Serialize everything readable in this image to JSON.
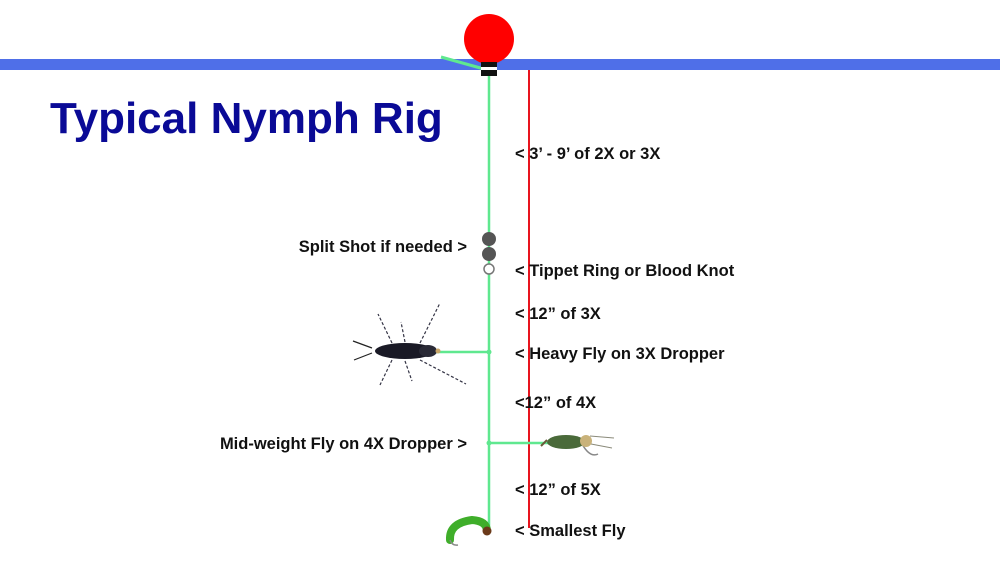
{
  "title": "Typical Nymph Rig",
  "colors": {
    "water_surface": "#4f6fe8",
    "indicator": "#ff0000",
    "leader": "#5fe88f",
    "measure_line": "#e8141e",
    "split_shot": "#555555",
    "title": "#0a0a96"
  },
  "labels": {
    "leader_length": "< 3’ - 9’ of 2X or 3X",
    "split_shot": "Split Shot if needed >",
    "tippet_ring": "< Tippet Ring or Blood Knot",
    "section_3x": "< 12” of 3X",
    "heavy_fly": "< Heavy Fly on 3X Dropper",
    "section_4x": "<12” of 4X",
    "mid_fly": "Mid-weight Fly on 4X Dropper >",
    "section_5x": "< 12” of 5X",
    "smallest_fly": "< Smallest Fly"
  },
  "icons": [
    "strike-indicator-icon",
    "stonefly-nymph-icon",
    "beadhead-nymph-icon",
    "caddis-larva-icon"
  ]
}
